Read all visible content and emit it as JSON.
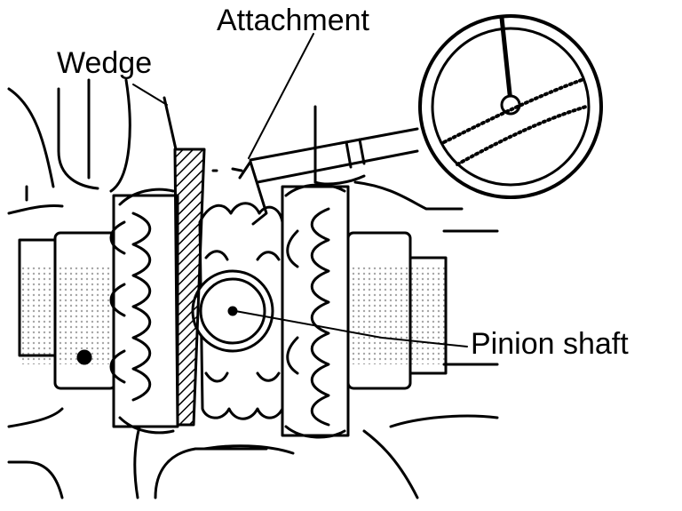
{
  "labels": {
    "attachment": "Attachment",
    "wedge": "Wedge",
    "pinion_shaft": "Pinion shaft"
  },
  "colors": {
    "ink": "#000000",
    "paper": "#ffffff"
  }
}
